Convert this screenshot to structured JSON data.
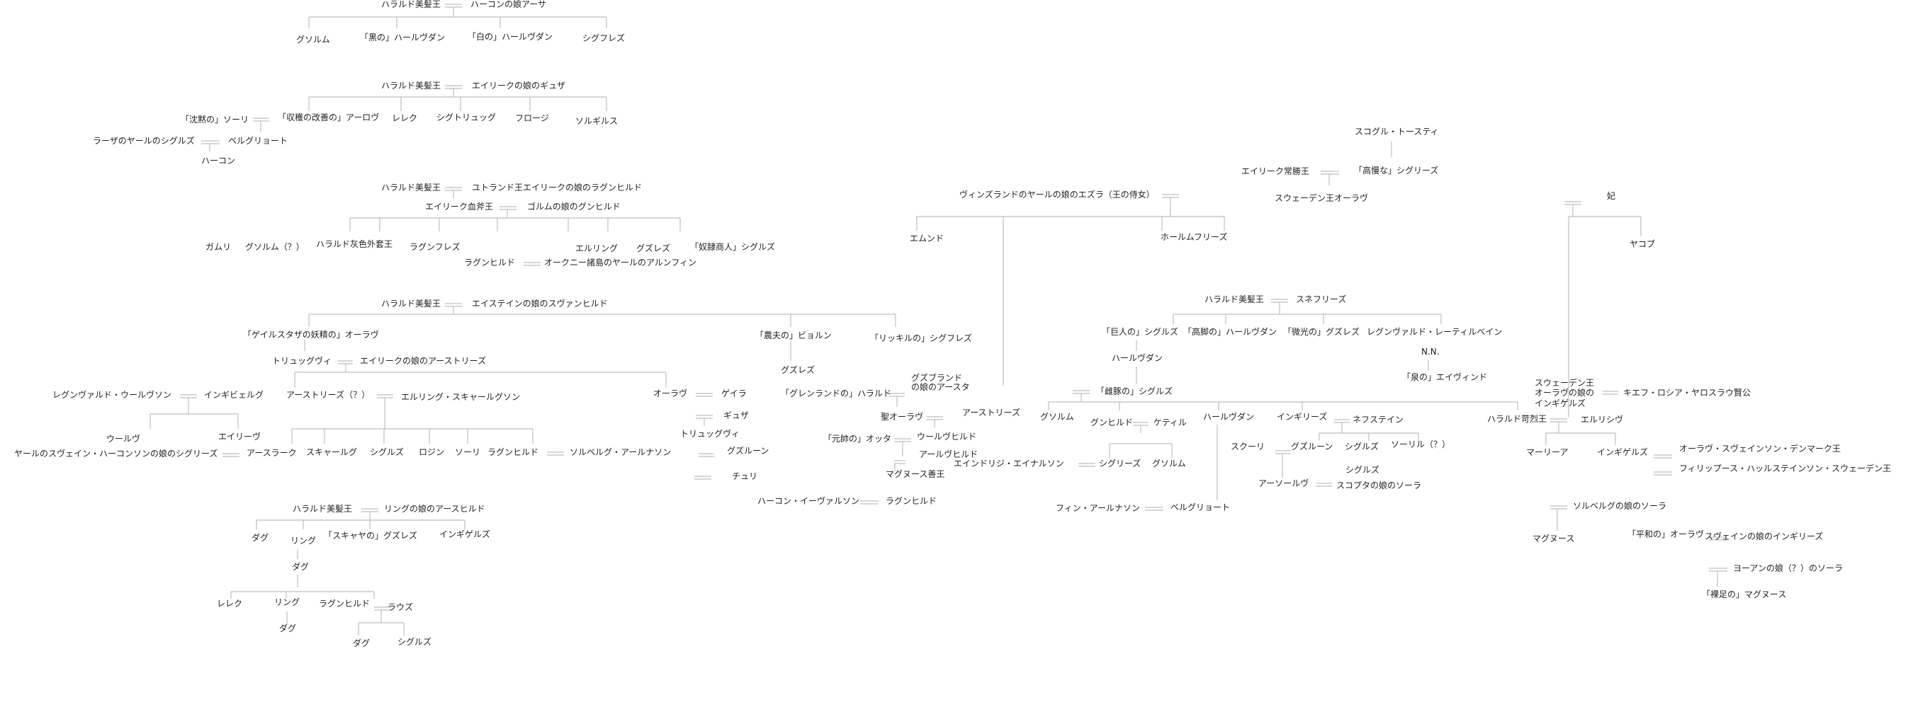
{
  "chart_data": {
    "type": "genealogy-tree",
    "people": [
      {
        "id": "p1",
        "text": "ハラルド美髪王"
      },
      {
        "id": "p2",
        "text": "ハーコンの娘アーサ"
      },
      {
        "id": "p3",
        "text": "グソルム"
      },
      {
        "id": "p4",
        "text": "「黒の」ハールヴダン"
      },
      {
        "id": "p5",
        "text": "「白の」ハールヴダン"
      },
      {
        "id": "p6",
        "text": "シグフレズ"
      },
      {
        "id": "p7",
        "text": "ハラルド美髪王"
      },
      {
        "id": "p8",
        "text": "エイリークの娘のギュザ"
      },
      {
        "id": "p9",
        "text": "「沈黙の」ソーリ"
      },
      {
        "id": "p10",
        "text": "「収穫の改善の」アーロヴ"
      },
      {
        "id": "p11",
        "text": "レレク"
      },
      {
        "id": "p12",
        "text": "シグトリュッグ"
      },
      {
        "id": "p13",
        "text": "フロージ"
      },
      {
        "id": "p14",
        "text": "ソルギルス"
      },
      {
        "id": "p15",
        "text": "ラーザのヤールのシグルズ"
      },
      {
        "id": "p16",
        "text": "ベルグリョート"
      },
      {
        "id": "p17",
        "text": "ハーコン"
      },
      {
        "id": "p18",
        "text": "ハラルド美髪王"
      },
      {
        "id": "p19",
        "text": "ユトランド王エイリークの娘のラグンヒルド"
      },
      {
        "id": "p20",
        "text": "エイリーク血斧王"
      },
      {
        "id": "p21",
        "text": "ゴルムの娘のグンヒルド"
      },
      {
        "id": "p22",
        "text": "ガムリ"
      },
      {
        "id": "p23",
        "text": "グソルム（？）"
      },
      {
        "id": "p24",
        "text": "ハラルド灰色外套王"
      },
      {
        "id": "p25",
        "text": "ラグンフレズ"
      },
      {
        "id": "p26",
        "text": "エルリング"
      },
      {
        "id": "p27",
        "text": "グズレズ"
      },
      {
        "id": "p28",
        "text": "「奴隷商人」シグルズ"
      },
      {
        "id": "p29",
        "text": "ラグンヒルド"
      },
      {
        "id": "p30",
        "text": "オークニー諸島のヤールのアルンフィン"
      },
      {
        "id": "p31",
        "text": "ハラルド美髪王"
      },
      {
        "id": "p32",
        "text": "エイステインの娘のスヴァンヒルド"
      },
      {
        "id": "p33",
        "text": "「ゲイルスタザの妖精の」オーラヴ"
      },
      {
        "id": "p34",
        "text": "「農夫の」ビョルン"
      },
      {
        "id": "p35",
        "text": "「リッキルの」シグフレズ"
      },
      {
        "id": "p36",
        "text": "トリュッグヴィ"
      },
      {
        "id": "p37",
        "text": "エイリークの娘のアーストリーズ"
      },
      {
        "id": "p38",
        "text": "グズレズ"
      },
      {
        "id": "p39",
        "text": "レグンヴァルド・ウールヴソン"
      },
      {
        "id": "p40",
        "text": "インギビェルグ"
      },
      {
        "id": "p41",
        "text": "アーストリーズ（？）"
      },
      {
        "id": "p42",
        "text": "エルリング・スキャールグソン"
      },
      {
        "id": "p43",
        "text": "オーラヴ"
      },
      {
        "id": "p44",
        "text": "ゲイラ"
      },
      {
        "id": "p45",
        "text": "「グレンランドの」ハラルド"
      },
      {
        "id": "p46",
        "text": "グズブランド"
      },
      {
        "id": "p47",
        "text": "の娘のアースタ"
      },
      {
        "id": "p48",
        "text": "ギュザ"
      },
      {
        "id": "p49",
        "text": "聖オーラヴ"
      },
      {
        "id": "p50",
        "text": "アーストリーズ"
      },
      {
        "id": "p51",
        "text": "ウールヴ"
      },
      {
        "id": "p52",
        "text": "エイリーヴ"
      },
      {
        "id": "p53",
        "text": "トリュッグヴィ"
      },
      {
        "id": "p54",
        "text": "「元帥の」オッタ"
      },
      {
        "id": "p55",
        "text": "ウールヴヒルド"
      },
      {
        "id": "p56",
        "text": "ヤールのスヴェイン・ハーコンソンの娘のシグリーズ"
      },
      {
        "id": "p57",
        "text": "アースラーク"
      },
      {
        "id": "p58",
        "text": "スキャールグ"
      },
      {
        "id": "p59",
        "text": "シグルズ"
      },
      {
        "id": "p60",
        "text": "ロジン"
      },
      {
        "id": "p61",
        "text": "ソーリ"
      },
      {
        "id": "p62",
        "text": "ラグンヒルド"
      },
      {
        "id": "p63",
        "text": "ソルベルグ・アールナソン"
      },
      {
        "id": "p64",
        "text": "グズルーン"
      },
      {
        "id": "p65",
        "text": "アールヴヒルド"
      },
      {
        "id": "p66",
        "text": "チュリ"
      },
      {
        "id": "p67",
        "text": "マグヌース善王"
      },
      {
        "id": "p68",
        "text": "ハーコン・イーヴァルソン"
      },
      {
        "id": "p69",
        "text": "ラグンヒルド"
      },
      {
        "id": "p70",
        "text": "ハラルド美髪王"
      },
      {
        "id": "p71",
        "text": "リングの娘のアースヒルド"
      },
      {
        "id": "p72",
        "text": "ダグ"
      },
      {
        "id": "p73",
        "text": "リング"
      },
      {
        "id": "p74",
        "text": "「スキャヤの」グズレズ"
      },
      {
        "id": "p75",
        "text": "インギゲルズ"
      },
      {
        "id": "p76",
        "text": "ダグ"
      },
      {
        "id": "p77",
        "text": "レレク"
      },
      {
        "id": "p78",
        "text": "リング"
      },
      {
        "id": "p79",
        "text": "ラグンヒルド"
      },
      {
        "id": "p80",
        "text": "ラウズ"
      },
      {
        "id": "p81",
        "text": "ダグ"
      },
      {
        "id": "p82",
        "text": "ダグ"
      },
      {
        "id": "p83",
        "text": "シグルズ"
      },
      {
        "id": "p84",
        "text": "ヴィンズランドのヤールの娘のエズラ（王の侍女）"
      },
      {
        "id": "p85",
        "text": "エムンド"
      },
      {
        "id": "p86",
        "text": "ホールムフリーズ"
      },
      {
        "id": "p87",
        "text": "スコグル・トースティ"
      },
      {
        "id": "p88",
        "text": "エイリーク常勝王"
      },
      {
        "id": "p89",
        "text": "「高慢な」シグリーズ"
      },
      {
        "id": "p90",
        "text": "スウェーデン王オーラヴ"
      },
      {
        "id": "p91",
        "text": "ハラルド美髪王"
      },
      {
        "id": "p92",
        "text": "スネフリーズ"
      },
      {
        "id": "p93",
        "text": "「巨人の」シグルズ"
      },
      {
        "id": "p94",
        "text": "「高脚の」ハールヴダン"
      },
      {
        "id": "p95",
        "text": "「微光の」グズレズ"
      },
      {
        "id": "p96",
        "text": "レグンヴァルド・レーティルベイン"
      },
      {
        "id": "p97",
        "text": "ハールヴダン"
      },
      {
        "id": "p98",
        "text": "N.N."
      },
      {
        "id": "p99",
        "text": "「泉の」エイヴィンド"
      },
      {
        "id": "p100",
        "text": "「雌豚の」シグルズ"
      },
      {
        "id": "p101",
        "text": "グソルム"
      },
      {
        "id": "p102",
        "text": "グンヒルド"
      },
      {
        "id": "p103",
        "text": "ケティル"
      },
      {
        "id": "p104",
        "text": "ハールヴダン"
      },
      {
        "id": "p105",
        "text": "インギリーズ"
      },
      {
        "id": "p106",
        "text": "ネフステイン"
      },
      {
        "id": "p107",
        "text": "スクーリ"
      },
      {
        "id": "p108",
        "text": "グズルーン"
      },
      {
        "id": "p109",
        "text": "シグルズ"
      },
      {
        "id": "p110",
        "text": "ソーリル（？）"
      },
      {
        "id": "p111",
        "text": "エインドリジ・エイナルソン"
      },
      {
        "id": "p112",
        "text": "シグリーズ"
      },
      {
        "id": "p113",
        "text": "グソルム"
      },
      {
        "id": "p114",
        "text": "シグルズ"
      },
      {
        "id": "p115",
        "text": "アーソールヴ"
      },
      {
        "id": "p116",
        "text": "スコプタの娘のソーラ"
      },
      {
        "id": "p117",
        "text": "フィン・アールナソン"
      },
      {
        "id": "p118",
        "text": "ベルグリョート"
      },
      {
        "id": "p119",
        "text": "妃"
      },
      {
        "id": "p120",
        "text": "ヤコブ"
      },
      {
        "id": "p121",
        "text": "スウェーデン王"
      },
      {
        "id": "p122",
        "text": "オーラヴの娘の"
      },
      {
        "id": "p123",
        "text": "インギゲルズ"
      },
      {
        "id": "p124",
        "text": "キエフ・ロシア・ヤロスラウ賢公"
      },
      {
        "id": "p125",
        "text": "ハラルド苛烈王"
      },
      {
        "id": "p126",
        "text": "エルリシヴ"
      },
      {
        "id": "p127",
        "text": "マーリーア"
      },
      {
        "id": "p128",
        "text": "インギゲルズ"
      },
      {
        "id": "p129",
        "text": "オーラヴ・スヴェインソン・デンマーク王"
      },
      {
        "id": "p130",
        "text": "フィリップース・ハッルステインソン・スウェーデン王"
      },
      {
        "id": "p131",
        "text": "ソルベルグの娘のソーラ"
      },
      {
        "id": "p132",
        "text": "マグヌース"
      },
      {
        "id": "p133",
        "text": "「平和の」オーラヴ"
      },
      {
        "id": "p134",
        "text": "スヴェインの娘のインギリーズ"
      },
      {
        "id": "p135",
        "text": "ヨーアンの娘（？）のソーラ"
      },
      {
        "id": "p136",
        "text": "「裸足の」マグヌース"
      }
    ]
  }
}
